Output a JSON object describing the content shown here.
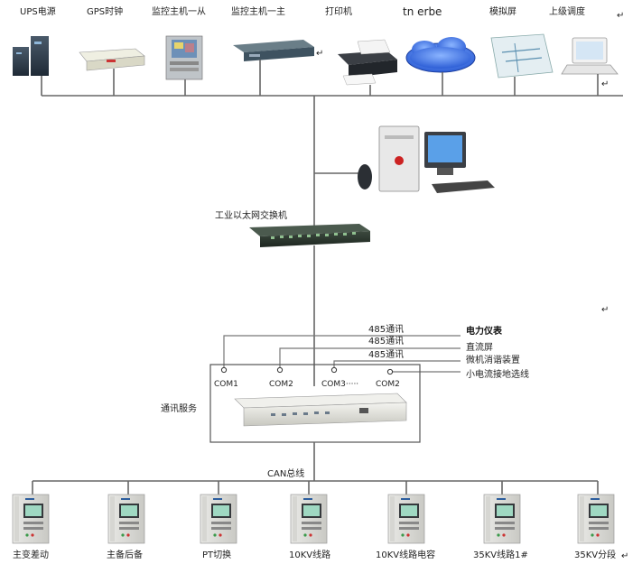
{
  "top_devices": [
    {
      "label": "UPS电源",
      "icon": "ups-power-icon"
    },
    {
      "label": "GPS时钟",
      "icon": "gps-clock-icon"
    },
    {
      "label": "监控主机一从",
      "icon": "monitor-host-slave-icon"
    },
    {
      "label": "监控主机一主",
      "icon": "monitor-host-master-icon"
    },
    {
      "label": "打印机",
      "icon": "printer-icon"
    },
    {
      "label": "tn erbe",
      "icon": "internet-cloud-icon"
    },
    {
      "label": "模拟屏",
      "icon": "mimic-panel-icon"
    },
    {
      "label": "上级调度",
      "icon": "laptop-icon"
    }
  ],
  "switch": {
    "label": "工业以太网交换机"
  },
  "comm_server": {
    "label": "通讯服务"
  },
  "com_ports": [
    "COM1",
    "COM2",
    "COM3·····",
    "COM2"
  ],
  "protocol_labels": [
    "485通讯",
    "485通讯",
    "485通讯"
  ],
  "serial_devices": [
    "电力仪表",
    "直流屏",
    "微机消谐装置",
    "小电流接地选线"
  ],
  "can_bus": {
    "label": "CAN总线"
  },
  "relays": [
    "主变差动",
    "主备后备",
    "PT切换",
    "10KV线路",
    "10KV线路电容",
    "35KV线路1#",
    "35KV分段"
  ],
  "return_mark": "↵"
}
